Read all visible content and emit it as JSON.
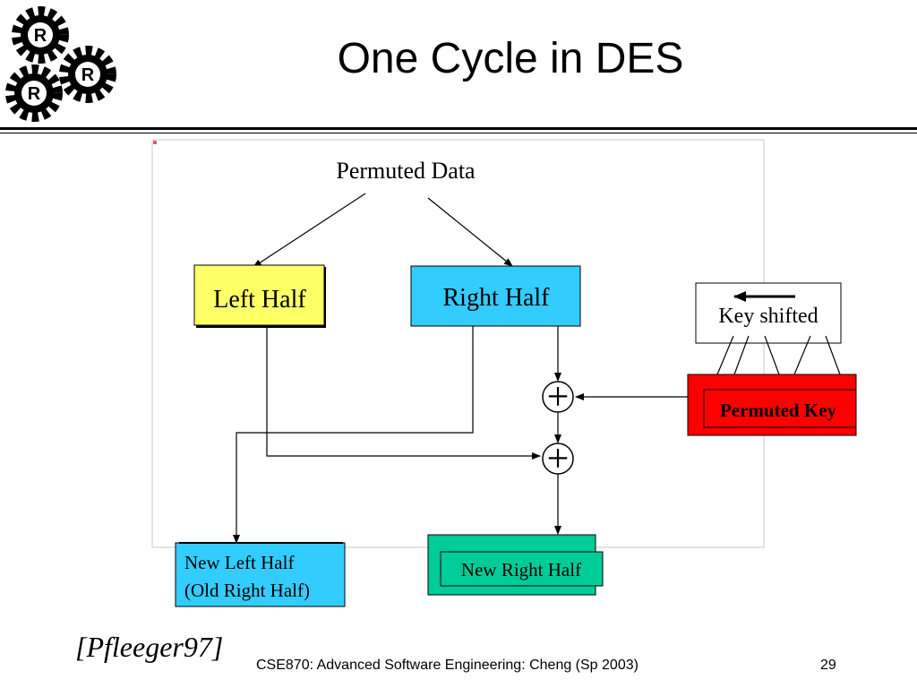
{
  "slide": {
    "title": "One Cycle in DES",
    "logo_letters": [
      "R",
      "R",
      "R"
    ]
  },
  "diagram": {
    "permuted_data": "Permuted Data",
    "left_half": "Left Half",
    "right_half": "Right Half",
    "key_shifted": "Key shifted",
    "permuted_key": "Permuted Key",
    "new_left_half_line1": "New Left Half",
    "new_left_half_line2": "(Old Right Half)",
    "new_right_half": "New Right Half",
    "xor_symbol": "+",
    "colors": {
      "left_half": "#ffff66",
      "right_half": "#33ccff",
      "permuted_key": "#ff0000",
      "new_left_half": "#33ccff",
      "new_right_half": "#00cc99"
    }
  },
  "footer": {
    "citation": "[Pfleeger97]",
    "course": "CSE870: Advanced Software Engineering: Cheng (Sp 2003)",
    "page": "29"
  }
}
